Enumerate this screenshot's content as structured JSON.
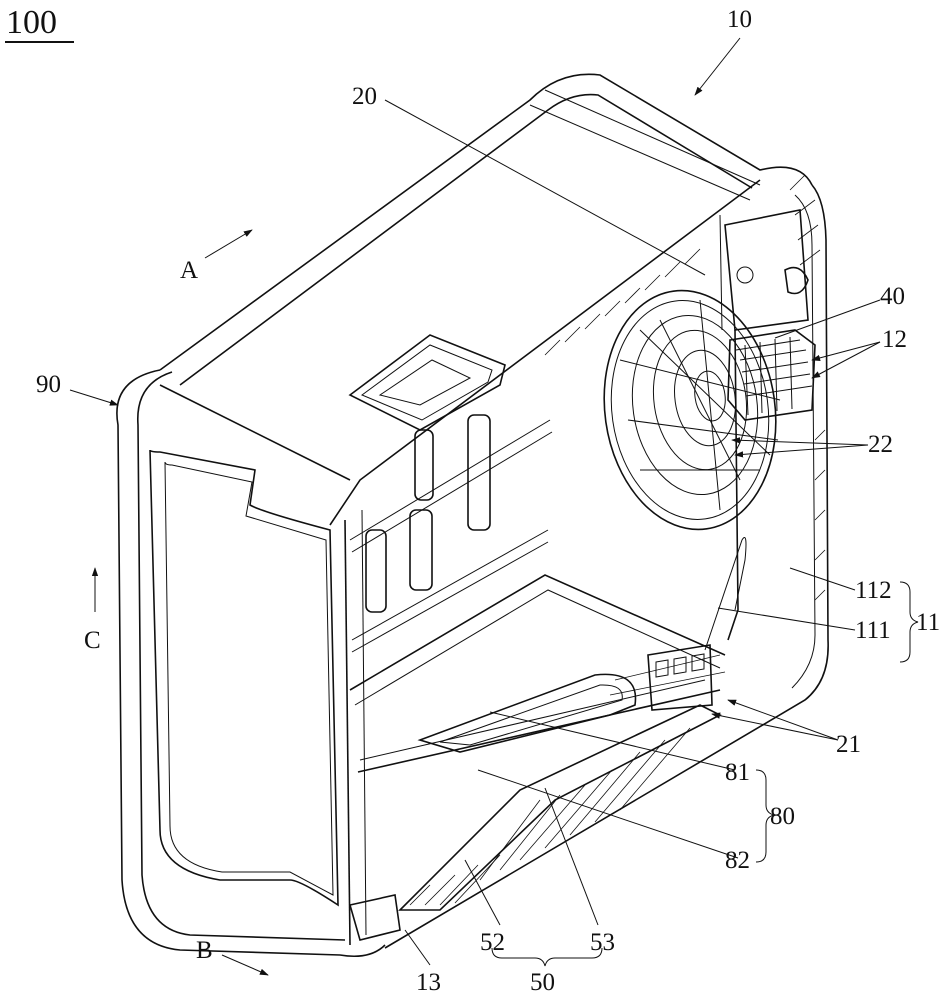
{
  "figure": {
    "title": "100",
    "labels": {
      "assembly": "10",
      "inner_shell": "20",
      "direction_a": "A",
      "front_frame": "90",
      "fan_cover": "40",
      "terminals": "12",
      "grille": "22",
      "direction_c": "C",
      "part_112": "112",
      "part_111": "111",
      "group_11": "11",
      "brackets": "21",
      "part_81": "81",
      "group_80": "80",
      "part_82": "82",
      "direction_b": "B",
      "part_52": "52",
      "part_53": "53",
      "part_13": "13",
      "group_50": "50"
    }
  }
}
